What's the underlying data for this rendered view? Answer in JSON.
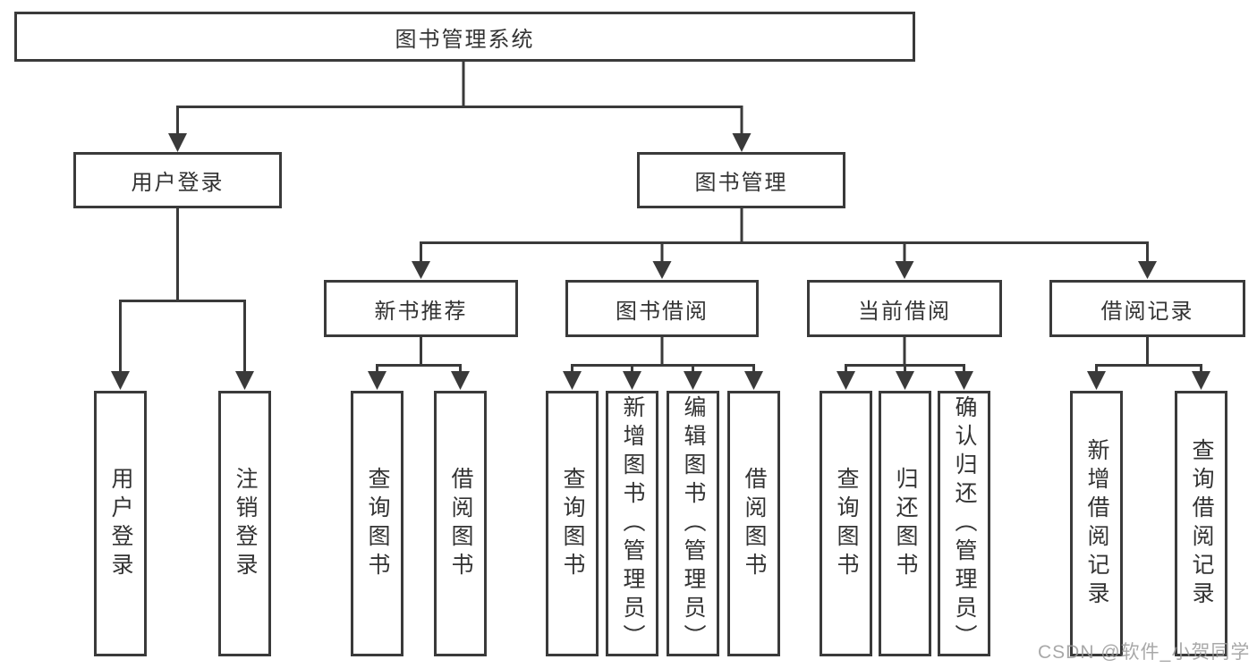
{
  "diagram": {
    "root": {
      "label": "图书管理系统"
    },
    "level2": [
      {
        "label": "用户登录"
      },
      {
        "label": "图书管理"
      }
    ],
    "level3": [
      {
        "label": "新书推荐"
      },
      {
        "label": "图书借阅"
      },
      {
        "label": "当前借阅"
      },
      {
        "label": "借阅记录"
      }
    ],
    "leaves": {
      "user_login": [
        "用户登录",
        "注销登录"
      ],
      "new_book": [
        "查询图书",
        "借阅图书"
      ],
      "borrow": [
        "查询图书",
        "新增图书（管理员）",
        "编辑图书（管理员）",
        "借阅图书"
      ],
      "current": [
        "查询图书",
        "归还图书",
        "确认归还（管理员）"
      ],
      "records": [
        "新增借阅记录",
        "查询借阅记录"
      ]
    }
  },
  "watermark": {
    "text": "CSDN @软件_小贺同学"
  },
  "colors": {
    "line": "#3a3a3a",
    "text": "#333333",
    "watermark": "#9a9a9a",
    "bg": "#ffffff"
  }
}
